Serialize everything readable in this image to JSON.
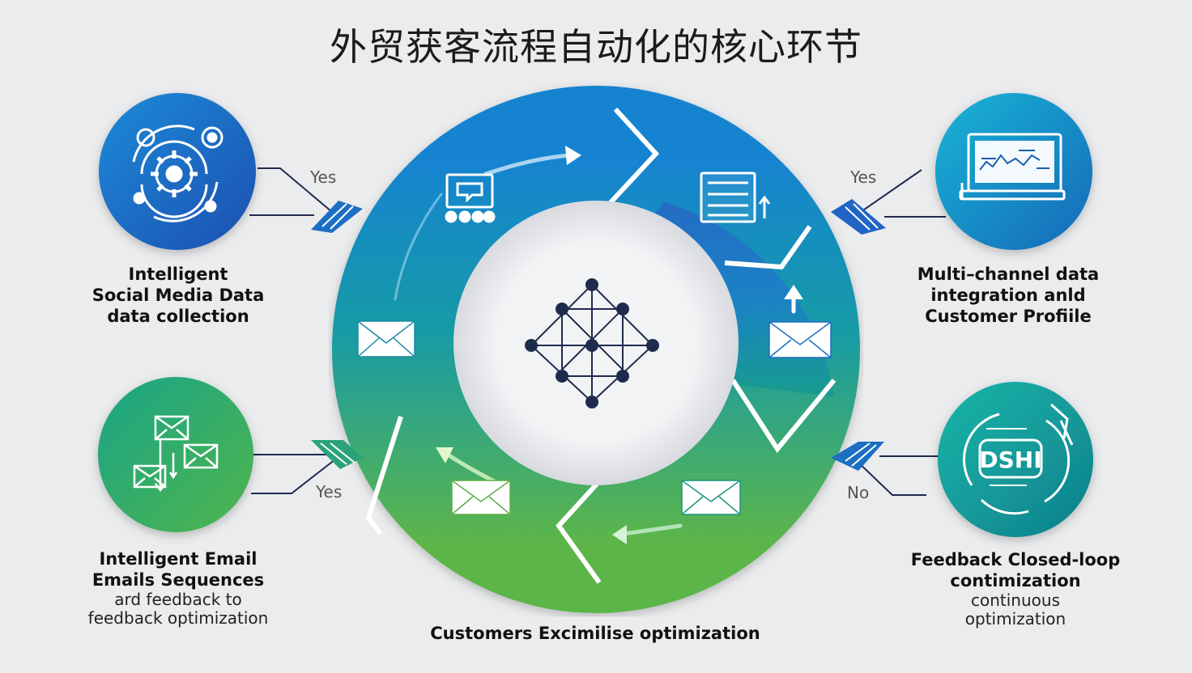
{
  "title": "外贸获客流程自动化的核心环节",
  "nodes": {
    "top_left": {
      "icon": "gear-cycle-icon",
      "lines": [
        "Intelligent",
        "Social Media Data",
        "data collection"
      ],
      "connector_label": "Yes"
    },
    "top_right": {
      "icon": "monitor-data-icon",
      "lines": [
        "Multi–channel data",
        "integration anld",
        "Customer Profiile"
      ],
      "connector_label": "Yes"
    },
    "bottom_left": {
      "icon": "email-sequence-icon",
      "lines_bold": [
        "Intelligent Email",
        "Emails Sequences"
      ],
      "lines_normal": [
        "ard feedback to",
        "feedback optimization"
      ],
      "connector_label": "Yes"
    },
    "bottom_right": {
      "icon": "feedback-loop-icon",
      "icon_text": "DSHI",
      "lines_bold": [
        "Feedback Closed-loop",
        "contimization"
      ],
      "lines_normal": [
        "continuous",
        "optimization"
      ],
      "connector_label": "No"
    }
  },
  "cycle_caption": "Customers Excimilise optimization",
  "center_icon": "network-graph-icon",
  "colors": {
    "blue": "#1f6fc4",
    "teal": "#17a39a",
    "green": "#5bb24a",
    "dark": "#1f2b4d",
    "background": "#ebecee"
  }
}
